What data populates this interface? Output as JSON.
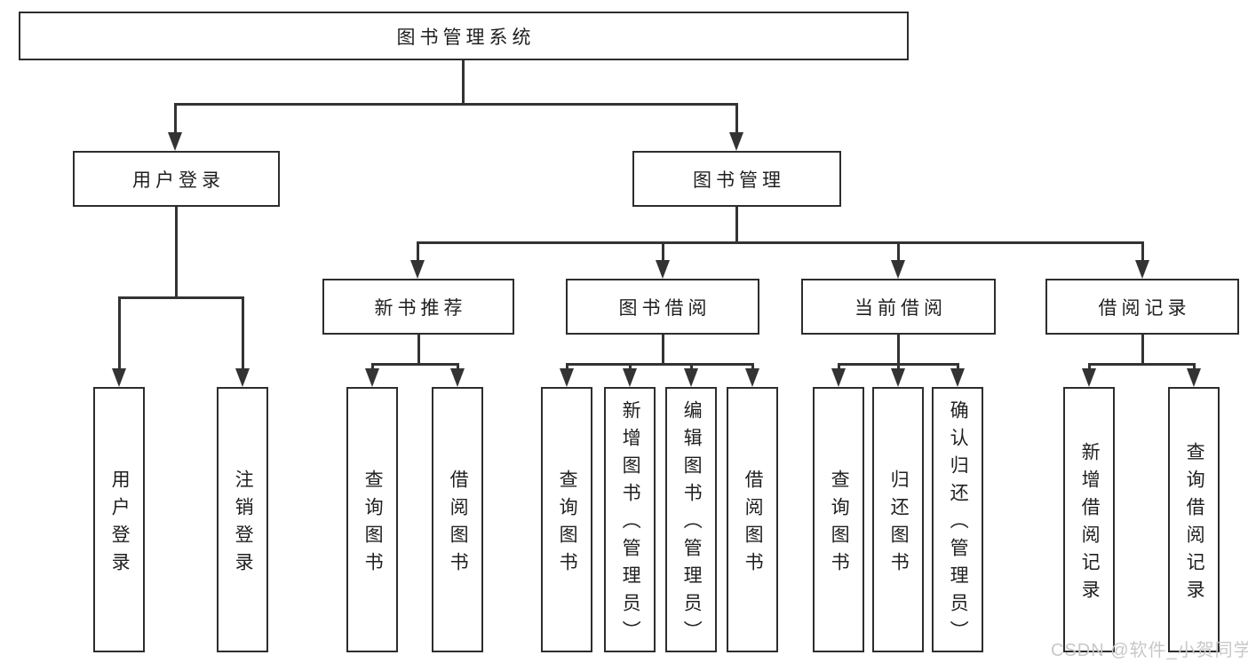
{
  "colors": {
    "line": "#333333",
    "box_border": "#2d2d2d",
    "box_fill": "#ffffff",
    "text": "#1f1f1f",
    "watermark": "#c8c8c8",
    "background": "#ffffff"
  },
  "watermark": {
    "text": "CSDN @软件_小贺同学"
  },
  "diagram": {
    "type": "hierarchy-tree",
    "root": {
      "label": "图书管理系统"
    },
    "level2": [
      {
        "label": "用户登录"
      },
      {
        "label": "图书管理"
      }
    ],
    "level3": [
      {
        "label": "新书推荐",
        "parent": "图书管理"
      },
      {
        "label": "图书借阅",
        "parent": "图书管理"
      },
      {
        "label": "当前借阅",
        "parent": "图书管理"
      },
      {
        "label": "借阅记录",
        "parent": "图书管理"
      }
    ],
    "leaves": [
      {
        "label": "用户登录",
        "parent": "用户登录"
      },
      {
        "label": "注销登录",
        "parent": "用户登录"
      },
      {
        "label": "查询图书",
        "parent": "新书推荐"
      },
      {
        "label": "借阅图书",
        "parent": "新书推荐"
      },
      {
        "label": "查询图书",
        "parent": "图书借阅"
      },
      {
        "label": "新增图书（管理员）",
        "parent": "图书借阅"
      },
      {
        "label": "编辑图书（管理员）",
        "parent": "图书借阅"
      },
      {
        "label": "借阅图书",
        "parent": "图书借阅"
      },
      {
        "label": "查询图书",
        "parent": "当前借阅"
      },
      {
        "label": "归还图书",
        "parent": "当前借阅"
      },
      {
        "label": "确认归还（管理员）",
        "parent": "当前借阅"
      },
      {
        "label": "新增借阅记录",
        "parent": "借阅记录"
      },
      {
        "label": "查询借阅记录",
        "parent": "借阅记录"
      }
    ]
  }
}
